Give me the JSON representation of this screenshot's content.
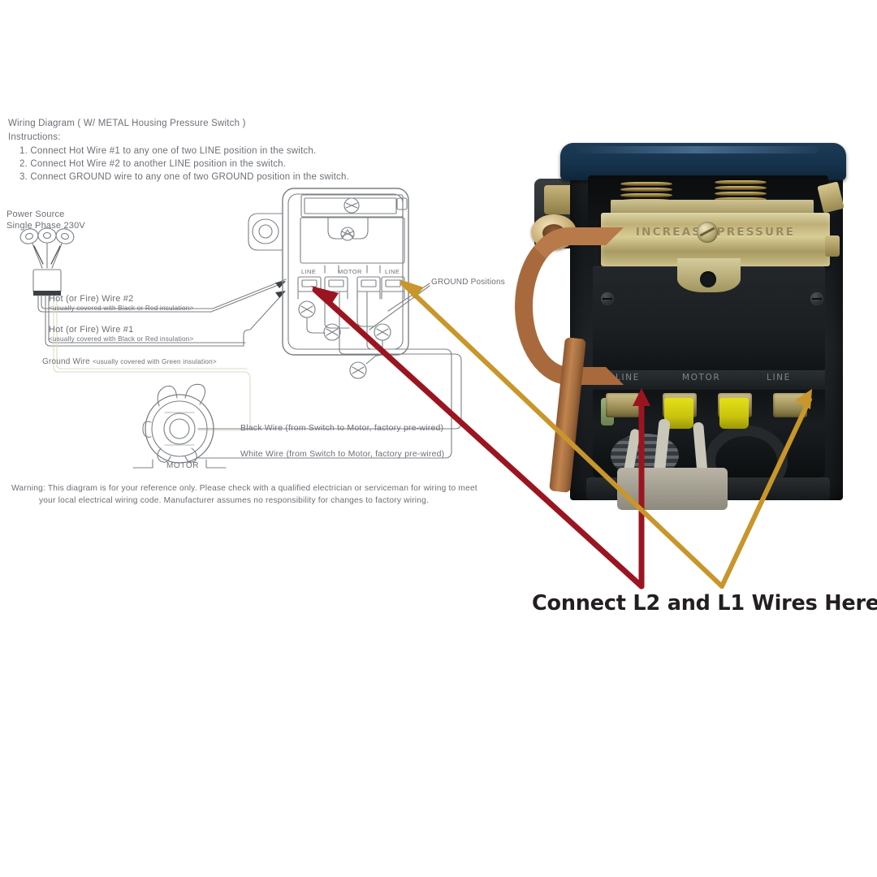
{
  "document": {
    "kind": "wiring-diagram-with-photo",
    "background": "#ffffff"
  },
  "diagram": {
    "title": "Wiring Diagram ( W/ METAL Housing Pressure Switch )",
    "instructions_heading": "Instructions:",
    "instructions": [
      "1. Connect Hot Wire #1 to any one of two LINE position in the switch.",
      "2. Connect Hot Wire #2 to another LINE position in the switch.",
      "3. Connect GROUND wire to any one of two GROUND position in the switch."
    ],
    "power_source": {
      "line1": "Power Source",
      "line2": "Single Phase 230V"
    },
    "wire_labels": {
      "hot2": "Hot (or Fire) Wire #2",
      "hot2_sub": "<usually covered with Black or Red insulation>",
      "hot1": "Hot (or Fire) Wire #1",
      "hot1_sub": "<usually covered with Black or Red insulation>",
      "ground": "Ground Wire ",
      "ground_sub": "<usually covered with Green insulation>",
      "black_wire": "Black Wire (from Switch to Motor, factory pre-wired)",
      "white_wire": "White Wire (from Switch to Motor, factory pre-wired)"
    },
    "ground_positions_label": "GROUND Positions",
    "motor_label": "MOTOR",
    "switch_terminal_labels": [
      "LINE",
      "MOTOR",
      "LINE"
    ],
    "warning": {
      "line1": "Warning: This diagram is for your reference only. Please check with a qualified electrician or   serviceman for wiring to meet",
      "line2": "your local electrical wiring code. Manufacturer assumes no responsibility for changes to factory wiring."
    }
  },
  "photo": {
    "alt": "Metal housing pressure switch, cover removed",
    "embossed_text": "INCREASE PRESSURE",
    "terminal_labels": [
      "LINE",
      "MOTOR",
      "LINE"
    ],
    "colors": {
      "cap": "#16334d",
      "body": "#1b1f22",
      "brass": "#bfb077",
      "copper": "#a86a3d",
      "yellow_boot": "#d9d411"
    }
  },
  "callout": {
    "caption": "Connect L2 and L1 Wires Here",
    "red_arrow_color": "#9b1520",
    "gold_arrow_color": "#c8962a",
    "red_arrow_meaning": "L2 to left LINE terminal",
    "gold_arrow_meaning": "L1 to right LINE terminal"
  }
}
